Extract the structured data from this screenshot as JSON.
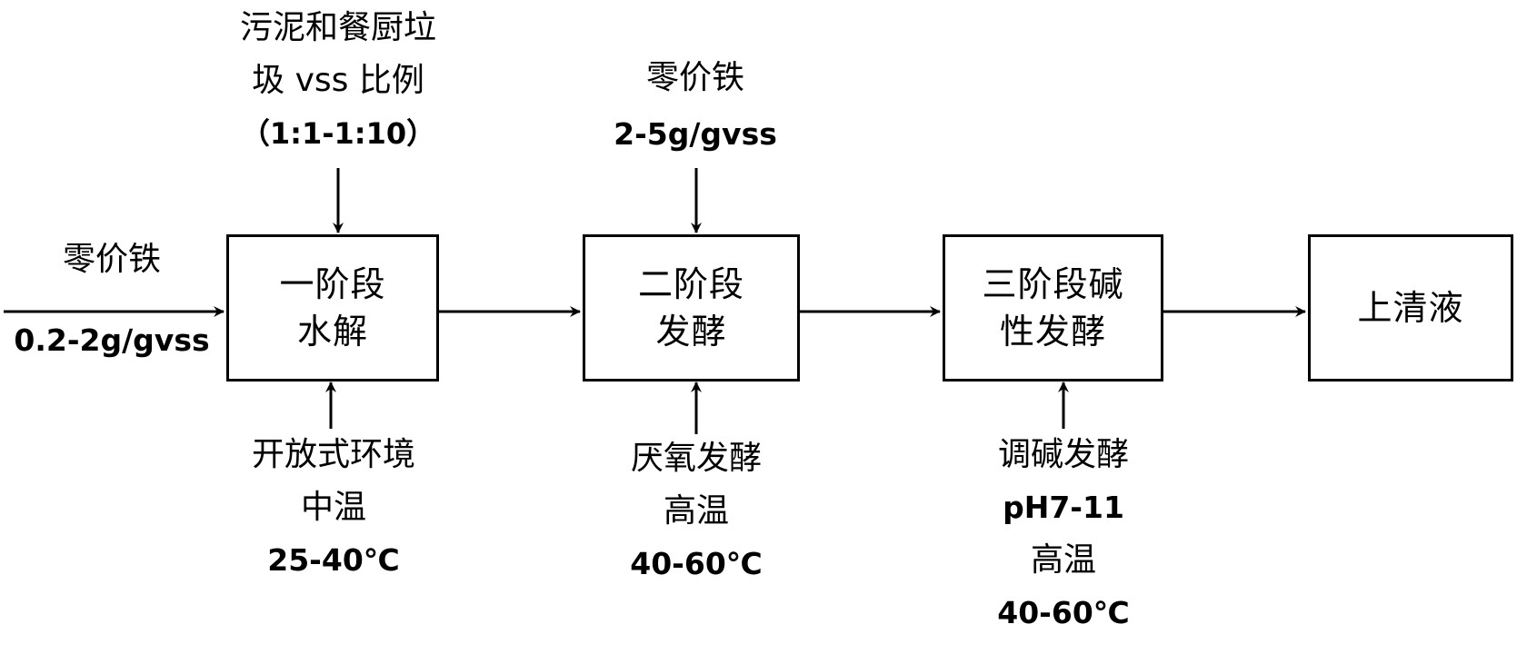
{
  "stages": [
    {
      "id": "stage1",
      "lines": [
        "一阶段",
        "水解"
      ]
    },
    {
      "id": "stage2",
      "lines": [
        "二阶段",
        "发酵"
      ]
    },
    {
      "id": "stage3",
      "lines": [
        "三阶段碱",
        "性发酵"
      ]
    },
    {
      "id": "output",
      "lines": [
        "上清液"
      ]
    }
  ],
  "inputs": {
    "zero_iron_left": {
      "name": "零价铁",
      "dose": "0.2-2g/gvss"
    },
    "sludge_ratio": {
      "lines": [
        "污泥和餐厨垃",
        "圾 vss 比例",
        "（1:1-1:10）"
      ]
    },
    "zero_iron_top": {
      "name": "零价铁",
      "dose": "2-5g/gvss"
    }
  },
  "conditions": {
    "stage1": {
      "lines": [
        "开放式环境",
        "中温",
        "25-40℃"
      ]
    },
    "stage2": {
      "lines": [
        "厌氧发酵",
        "高温",
        "40-60℃"
      ]
    },
    "stage3": {
      "lines": [
        "调碱发酵",
        "pH7-11",
        "高温",
        "40-60℃"
      ]
    }
  }
}
